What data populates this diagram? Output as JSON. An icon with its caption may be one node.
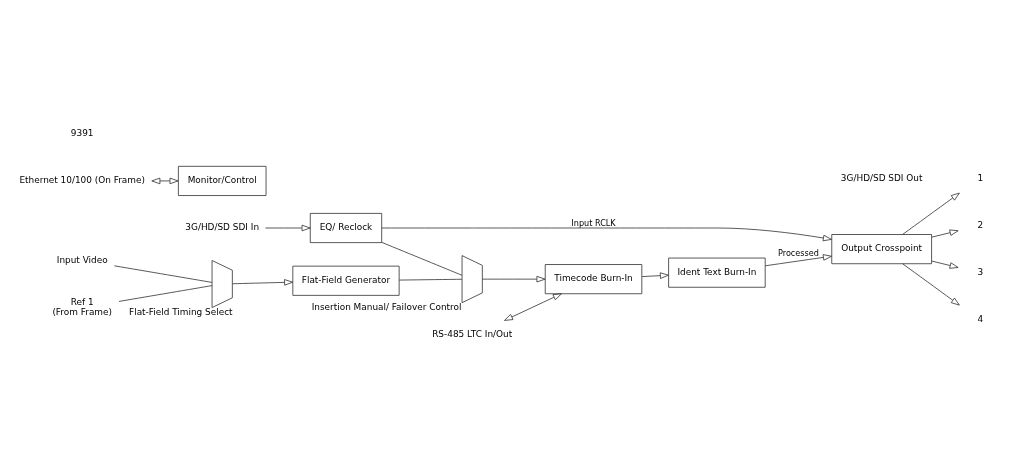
{
  "diagram": {
    "nodes": [
      {
        "text": [
          "3G/HD/SD SDI In"
        ]
      },
      {
        "text": [
          "EQ/ Reclock"
        ]
      },
      {
        "text": [],
        "shape": "trapezoid",
        "beside": [
          "Insertion Manual/ Failover Control"
        ]
      },
      {
        "text": [
          "Flat-Field Generator"
        ]
      },
      {
        "text": [
          "Input Video"
        ]
      },
      {
        "text": [
          "Ref 1",
          "(From Frame)"
        ]
      },
      {
        "text": [],
        "shape": "trapezoid",
        "beside": [
          "Flat-Field Timing Select"
        ]
      },
      {
        "text": [
          "Timecode Burn-In"
        ]
      },
      {
        "text": [
          "Ident Text Burn-In"
        ]
      },
      {
        "text": [
          "Output Crosspoint"
        ]
      },
      {
        "text": [
          "1"
        ]
      },
      {
        "text": [
          "2"
        ]
      },
      {
        "text": [
          "3"
        ]
      },
      {
        "text": [
          "4"
        ]
      },
      {
        "text": [
          "RS-485 LTC In/Out"
        ]
      },
      {
        "text": [
          "Ethernet 10/100 (On Frame)"
        ]
      },
      {
        "text": [
          "Monitor/Control"
        ]
      }
    ],
    "edges": [
      {
        "from": 0,
        "to": 1,
        "arrow": "to"
      },
      {
        "from": 1,
        "to": 2,
        "arrow": "none"
      },
      {
        "from": 1,
        "to": 9,
        "arrow": "to",
        "label": "Input RCLK"
      },
      {
        "from": 3,
        "to": 2,
        "arrow": "none"
      },
      {
        "from": 4,
        "to": 6,
        "arrow": "none"
      },
      {
        "from": 5,
        "to": 6,
        "arrow": "none"
      },
      {
        "from": 6,
        "to": 3,
        "arrow": "to"
      },
      {
        "from": 2,
        "to": 7,
        "arrow": "to"
      },
      {
        "from": 7,
        "to": 8,
        "arrow": "to"
      },
      {
        "from": 8,
        "to": 9,
        "arrow": "to",
        "label": "Processed"
      },
      {
        "from": 9,
        "to": 10,
        "arrow": "to"
      },
      {
        "from": 9,
        "to": 11,
        "arrow": "to"
      },
      {
        "from": 9,
        "to": 12,
        "arrow": "to"
      },
      {
        "from": 9,
        "to": 13,
        "arrow": "to"
      },
      {
        "from": 14,
        "to": 7,
        "arrow": "both"
      },
      {
        "from": 15,
        "to": 16,
        "arrow": "both"
      }
    ],
    "labels": [
      "3G/HD/SD SDI Out",
      "9391"
    ]
  }
}
